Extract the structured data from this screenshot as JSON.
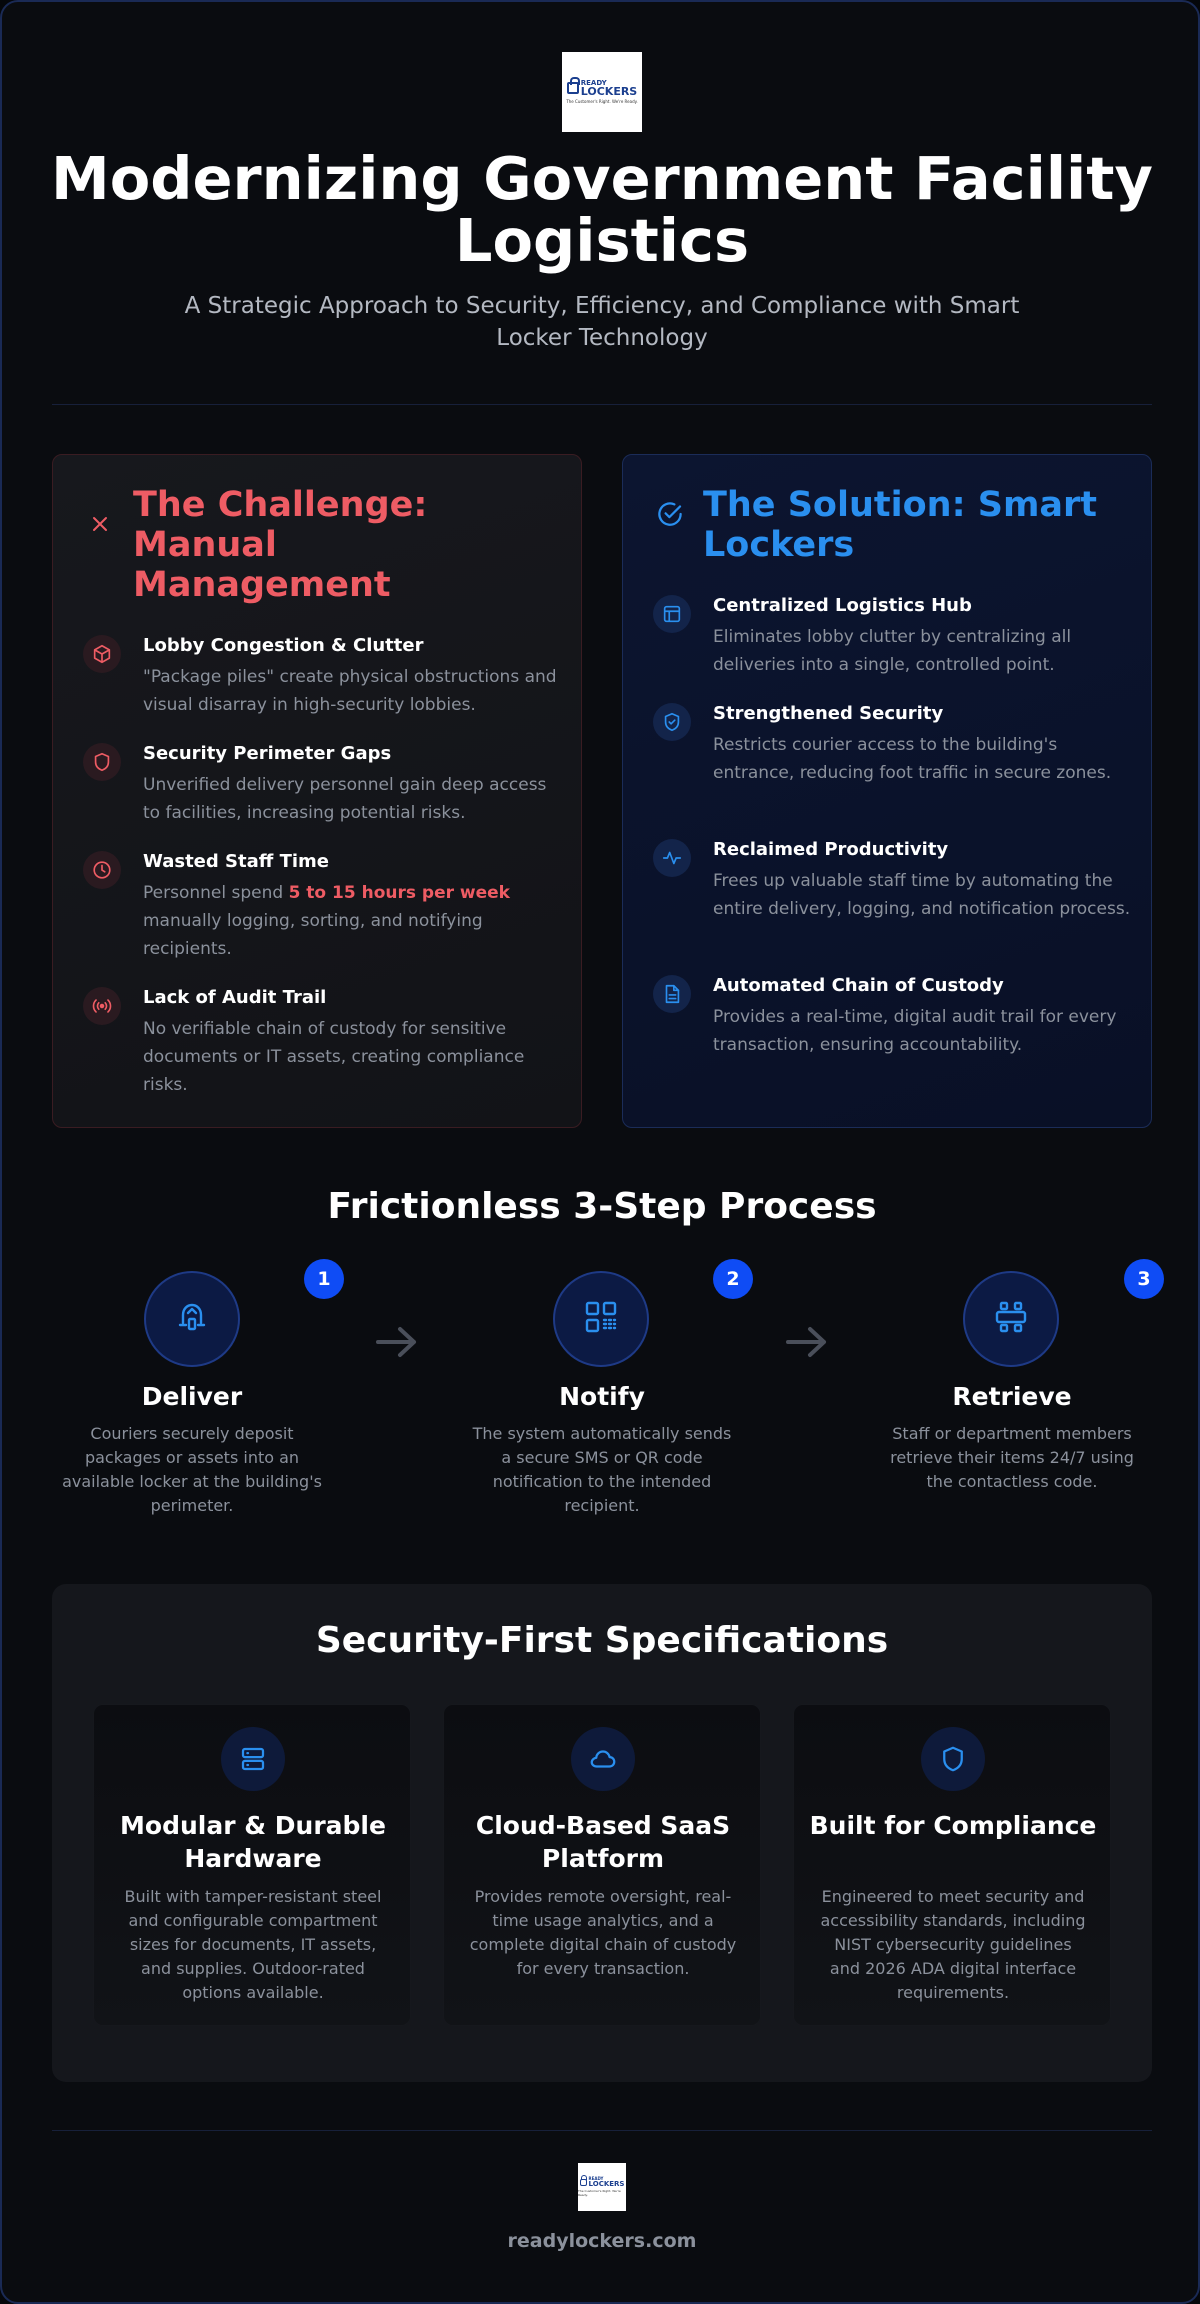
{
  "brand": {
    "logo_line1": "READY",
    "logo_line2": "LOCKERS",
    "logo_tagline": "The Customer's Right. We're Ready."
  },
  "header": {
    "title": "Modernizing Government Facility Logistics",
    "subtitle": "A Strategic Approach to Security, Efficiency, and Compliance with Smart Locker Technology"
  },
  "challenge": {
    "title": "The Challenge: Manual Management",
    "items": [
      {
        "title": "Lobby Congestion & Clutter",
        "text": "\"Package piles\" create physical obstructions and visual disarray in high-security lobbies.",
        "icon": "box-icon"
      },
      {
        "title": "Security Perimeter Gaps",
        "text": "Unverified delivery personnel gain deep access to facilities, increasing potential risks.",
        "icon": "shield-icon"
      },
      {
        "title": "Wasted Staff Time",
        "text_before": "Personnel spend ",
        "text_highlight": "5 to 15 hours per week",
        "text_after": " manually logging, sorting, and notifying recipients.",
        "icon": "clock-icon"
      },
      {
        "title": "Lack of Audit Trail",
        "text": "No verifiable chain of custody for sensitive documents or IT assets, creating compliance risks.",
        "icon": "broadcast-icon"
      }
    ]
  },
  "solution": {
    "title": "The Solution: Smart Lockers",
    "items": [
      {
        "title": "Centralized Logistics Hub",
        "text": "Eliminates lobby clutter by centralizing all deliveries into a single, controlled point.",
        "icon": "layout-icon"
      },
      {
        "title": "Strengthened Security",
        "text": "Restricts courier access to the building's entrance, reducing foot traffic in secure zones.",
        "icon": "shield-check-icon"
      },
      {
        "title": "Reclaimed Productivity",
        "text": "Frees up valuable staff time by automating the entire delivery, logging, and notification process.",
        "icon": "activity-icon"
      },
      {
        "title": "Automated Chain of Custody",
        "text": "Provides a real-time, digital audit trail for every transaction, ensuring accountability.",
        "icon": "document-icon"
      }
    ]
  },
  "process": {
    "title": "Frictionless 3-Step Process",
    "steps": [
      {
        "num": "1",
        "title": "Deliver",
        "text": "Couriers securely deposit packages or assets into an available locker at the building's perimeter.",
        "icon": "hand-package-icon"
      },
      {
        "num": "2",
        "title": "Notify",
        "text": "The system automatically sends a secure SMS or QR code notification to the intended recipient.",
        "icon": "qr-code-icon"
      },
      {
        "num": "3",
        "title": "Retrieve",
        "text": "Staff or department members retrieve their items 24/7 using the contactless code.",
        "icon": "keypad-icon"
      }
    ]
  },
  "specs": {
    "title": "Security-First Specifications",
    "cards": [
      {
        "title": "Modular & Durable Hardware",
        "text": "Built with tamper-resistant steel and configurable compartment sizes for documents, IT assets, and supplies. Outdoor-rated options available.",
        "icon": "server-icon"
      },
      {
        "title": "Cloud-Based SaaS Platform",
        "text": "Provides remote oversight, real-time usage analytics, and a complete digital chain of custody for every transaction.",
        "icon": "cloud-icon"
      },
      {
        "title": "Built for Compliance",
        "text": "Engineered to meet security and accessibility standards, including NIST cybersecurity guidelines and 2026 ADA digital interface requirements.",
        "icon": "shield-icon"
      }
    ]
  },
  "footer": {
    "url": "readylockers.com"
  },
  "colors": {
    "challenge_accent": "#ee5c64",
    "solution_accent": "#2a8fef",
    "step_badge": "#0f4cf5",
    "background": "#0a0c10"
  }
}
